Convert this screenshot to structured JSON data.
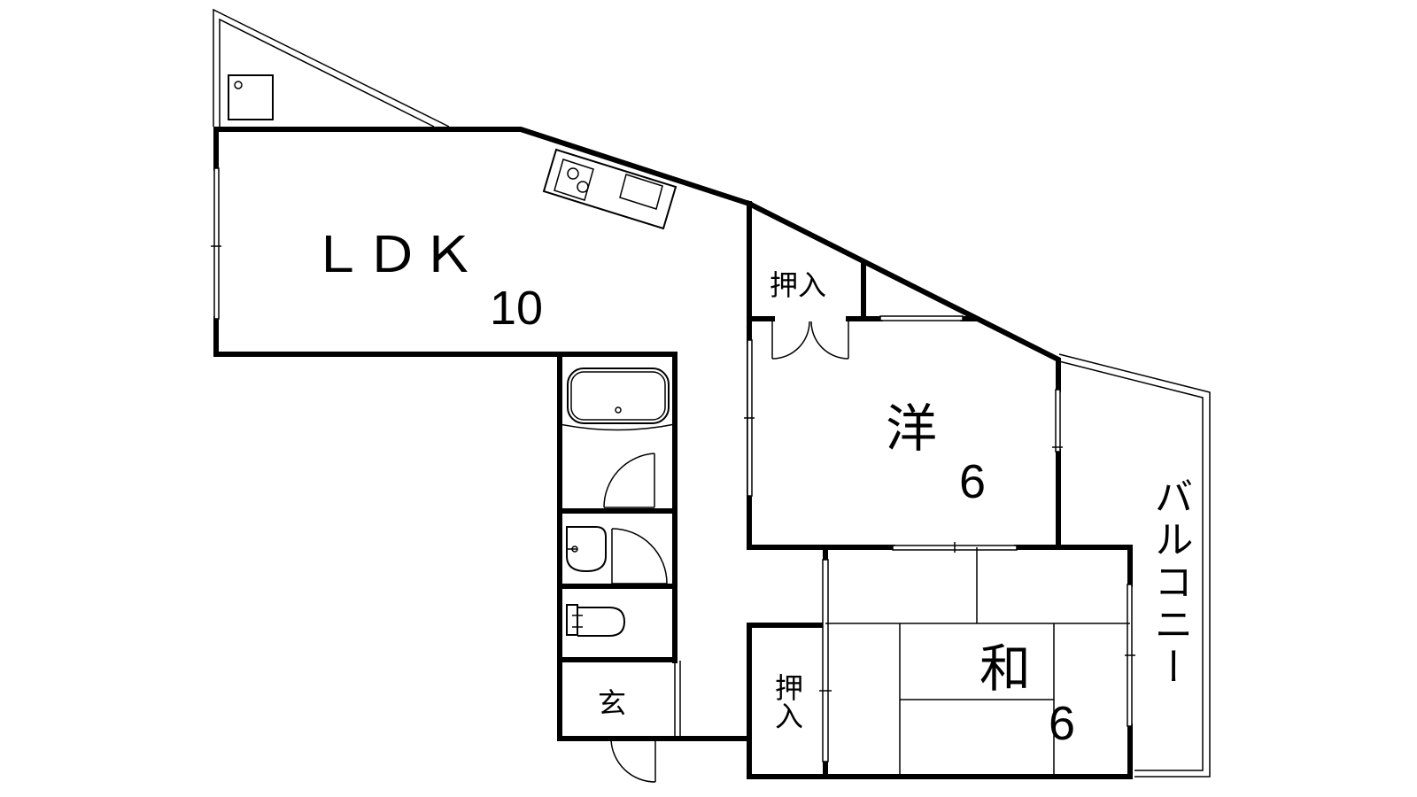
{
  "rooms": {
    "ldk": {
      "label": "ＬＤＫ",
      "size": "10"
    },
    "western": {
      "label": "洋",
      "size": "6"
    },
    "japanese": {
      "label": "和",
      "size": "6"
    },
    "closet_top": {
      "label": "押入"
    },
    "closet_bottom": {
      "label": "押入"
    },
    "entrance": {
      "label": "玄"
    },
    "balcony": {
      "label": "バルコニー"
    }
  }
}
